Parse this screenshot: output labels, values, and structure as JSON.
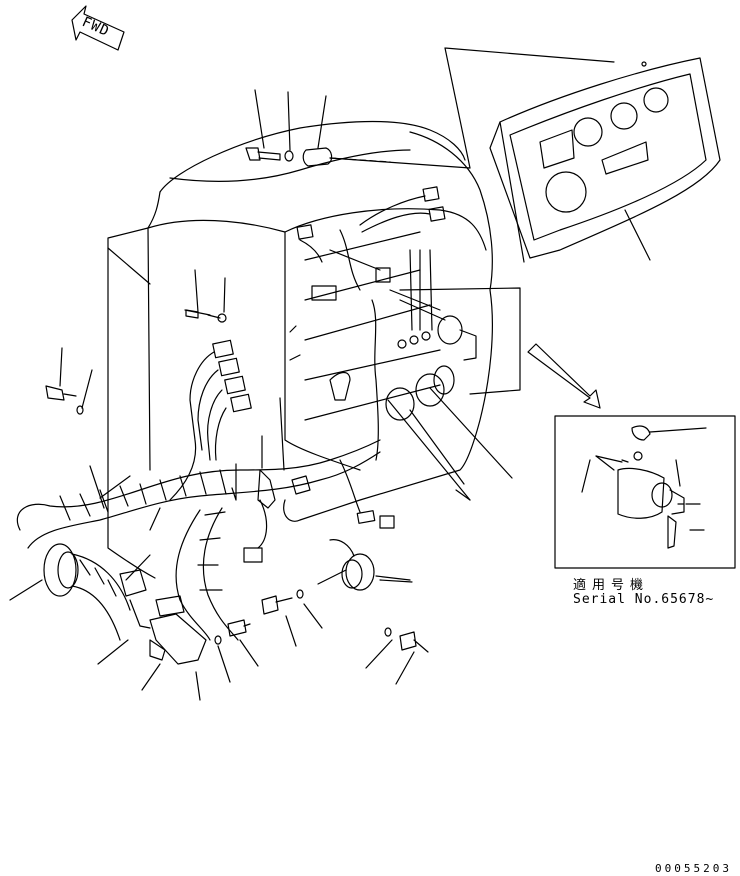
{
  "direction_marker": {
    "text": "FWD"
  },
  "inset": {
    "applies_label": "適用号機",
    "serial_label": "Serial No.65678~"
  },
  "drawing_number": "00055203"
}
